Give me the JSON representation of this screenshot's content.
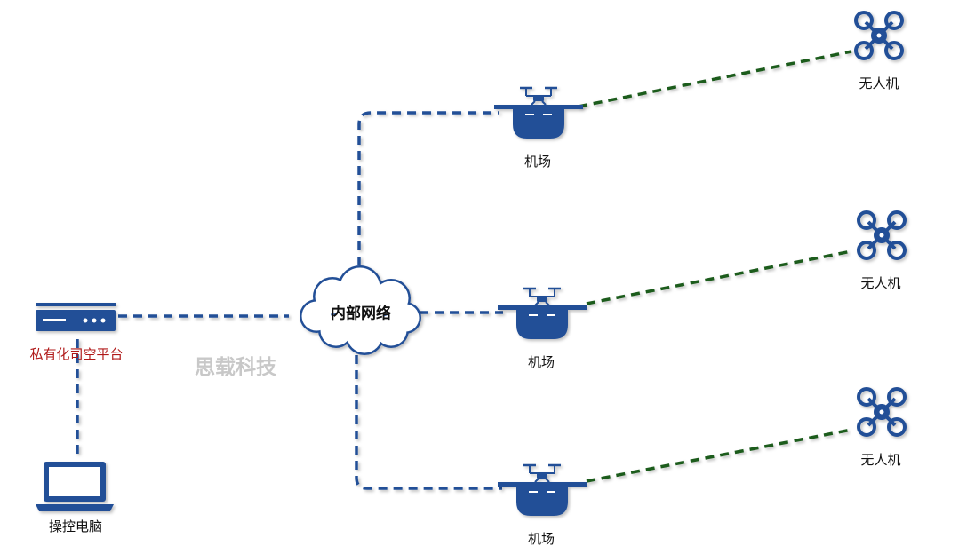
{
  "nodes": {
    "platform": "私有化司空平台",
    "computer": "操控电脑",
    "network": "内部网络",
    "docks": [
      "机场",
      "机场",
      "机场"
    ],
    "drones": [
      "无人机",
      "无人机",
      "无人机"
    ]
  },
  "watermark": "思载科技",
  "colors": {
    "blue": "#234f97",
    "green": "#1f5c1f",
    "label_red": "#b01818",
    "watermark_gray": "#c8c8c8"
  },
  "icons": {
    "platform": "server-icon",
    "computer": "laptop-icon",
    "network": "cloud-icon",
    "dock": "drone-dock-icon",
    "drone": "quadcopter-icon"
  }
}
